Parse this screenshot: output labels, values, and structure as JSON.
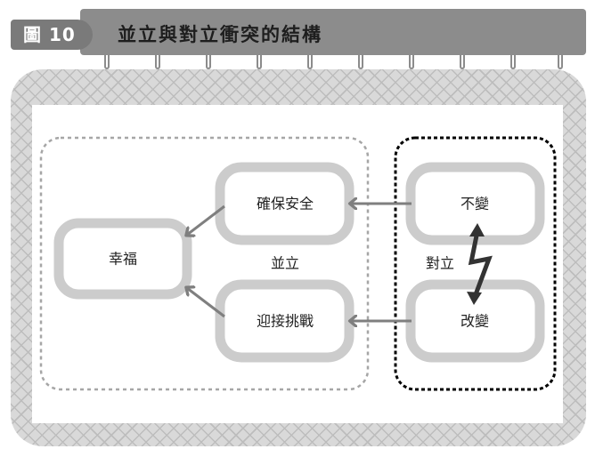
{
  "header": {
    "figure_label": "圖 10",
    "title": "並立與對立衝突的結構"
  },
  "nodes": {
    "happiness": "幸福",
    "security": "確保安全",
    "challenge": "迎接挑戰",
    "unchanging": "不變",
    "change": "改變"
  },
  "groups": {
    "parallel": "並立",
    "opposition": "對立"
  },
  "colors": {
    "header_bg": "#8c8c8c",
    "node_border": "#cccccc",
    "arrow": "#7f7f7f",
    "conflict_arrow": "#333333",
    "dashed_gray": "#a6a6a6",
    "dashed_black": "#000000"
  }
}
